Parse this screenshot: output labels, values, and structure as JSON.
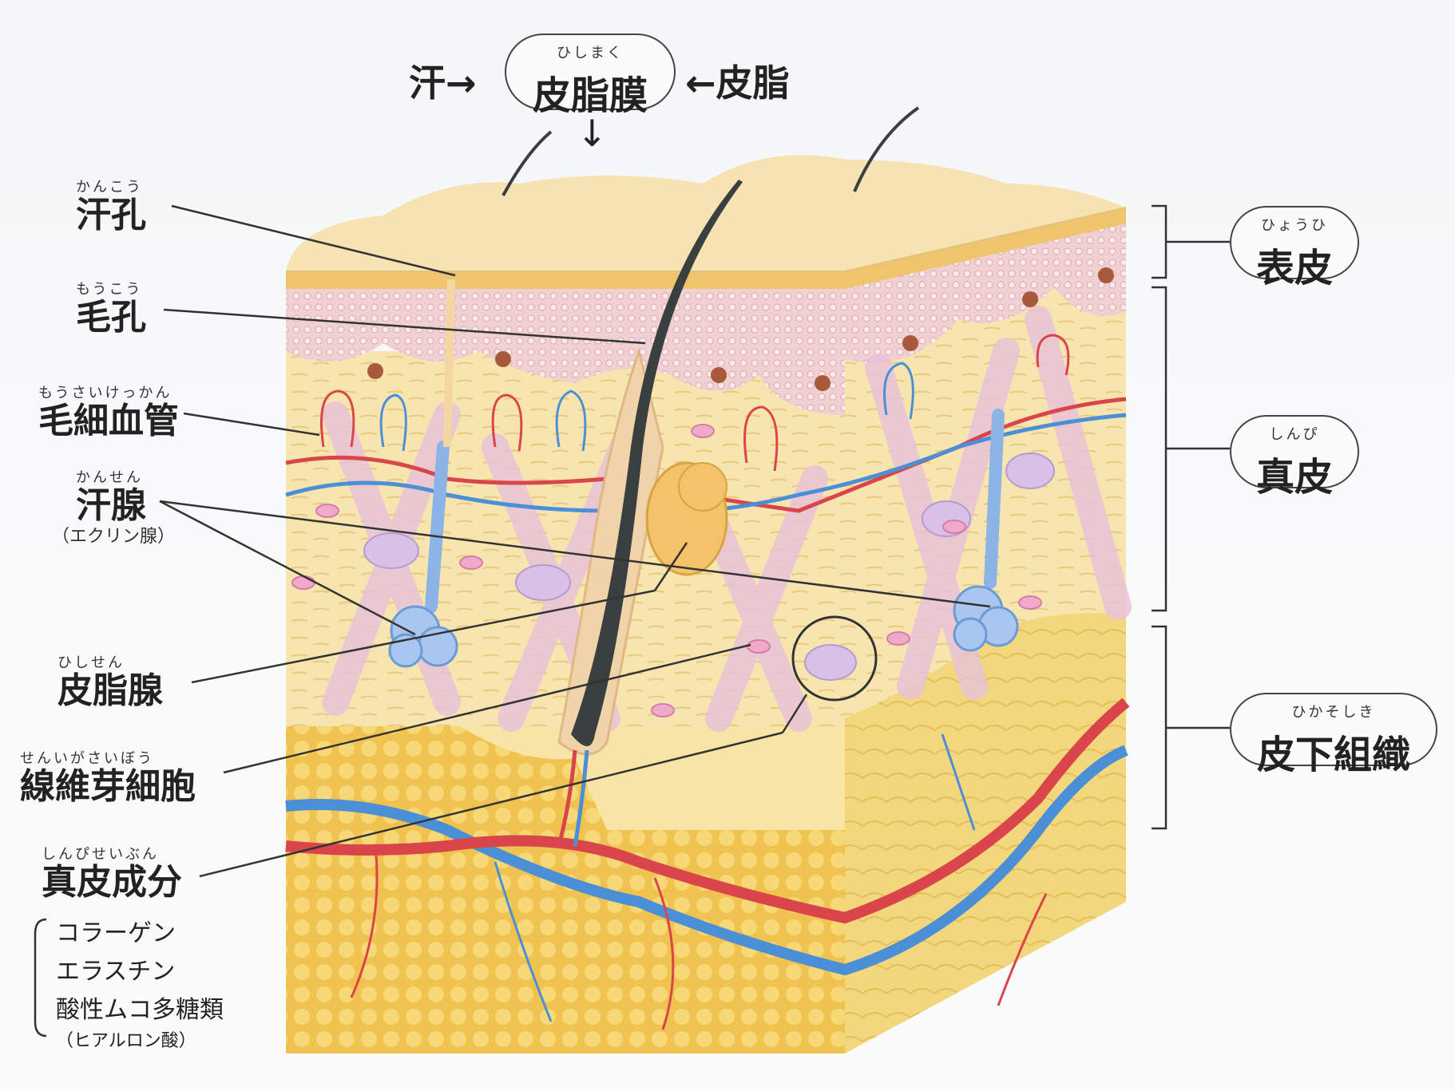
{
  "top": {
    "sweat": "汗→",
    "film_ruby": "ひしまく",
    "film": "皮脂膜",
    "sebum": "←皮脂",
    "arrow": "↓"
  },
  "left_labels": {
    "sweat_pore": {
      "ruby": "かんこう",
      "text": "汗孔"
    },
    "pore": {
      "ruby": "もうこう",
      "text": "毛孔"
    },
    "capillary": {
      "ruby": "もうさいけっかん",
      "text": "毛細血管"
    },
    "sweat_gland": {
      "ruby": "かんせん",
      "text": "汗腺",
      "sub": "（エクリン腺）"
    },
    "sebaceous_gland": {
      "ruby": "ひしせん",
      "text": "皮脂腺"
    },
    "fibroblast": {
      "ruby": "せんいがさいぼう",
      "text": "線維芽細胞"
    },
    "dermis_components": {
      "ruby": "しんぴせいぶん",
      "text": "真皮成分"
    }
  },
  "components": [
    "コラーゲン",
    "エラスチン",
    "酸性ムコ多糖類",
    "（ヒアルロン酸）"
  ],
  "right_labels": {
    "epidermis": {
      "ruby": "ひょうひ",
      "text": "表皮"
    },
    "dermis": {
      "ruby": "しんぴ",
      "text": "真皮"
    },
    "subcutis": {
      "ruby": "ひかそしき",
      "text": "皮下組織"
    }
  },
  "colors": {
    "skin_surface": "#f6e2b2",
    "epidermis_pink": "#f0cfd2",
    "dermis_yellow": "#f7e6ad",
    "fat_yellow": "#f3d06a",
    "artery": "#d9454a",
    "vein": "#4b8fd6",
    "hair": "#3a3f3f"
  }
}
